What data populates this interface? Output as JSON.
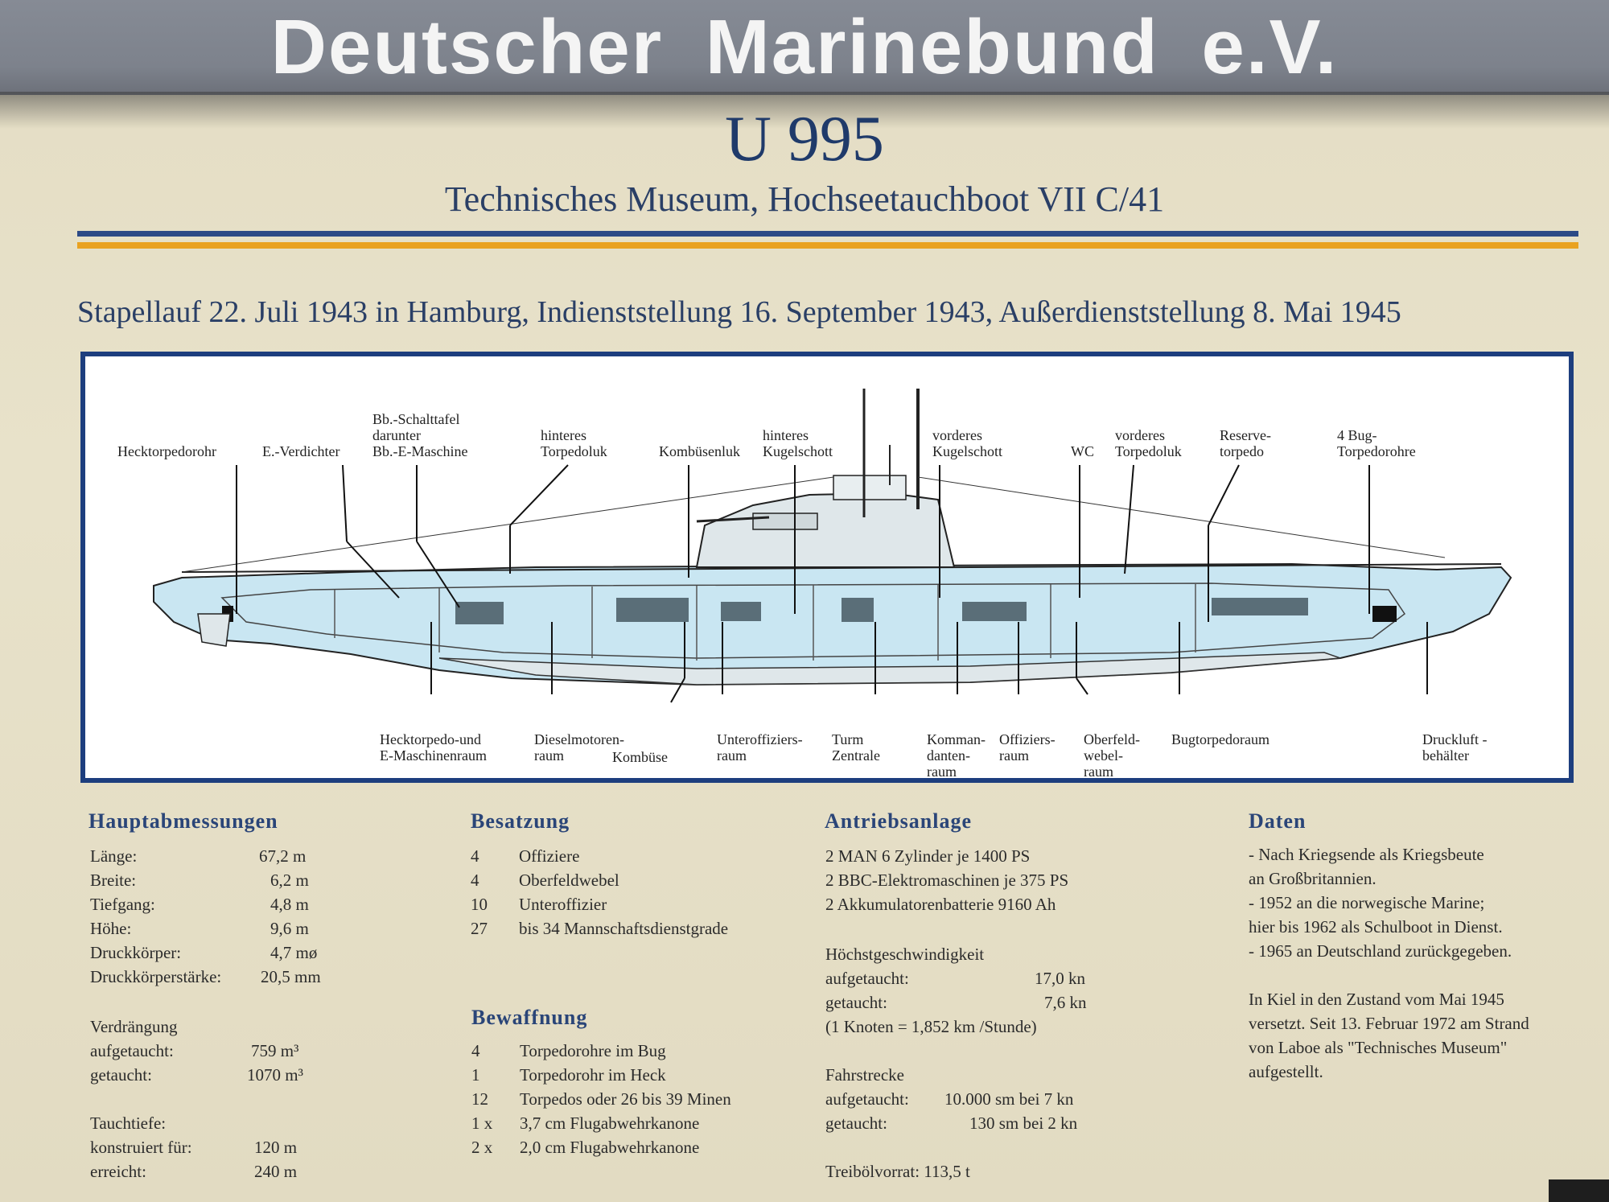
{
  "banner": {
    "title": "Deutscher Marinebund e.V."
  },
  "header": {
    "boat": "U 995",
    "subtitle": "Technisches Museum, Hochseetauchboot VII C/41",
    "dates": "Stapellauf 22. Juli 1943 in Hamburg, Indienststellung 16. September 1943, Außerdienststellung 8. Mai 1945"
  },
  "colors": {
    "accent_blue": "#2c4a86",
    "accent_orange": "#e9a221",
    "hull_fill": "#c9e6f2"
  },
  "diagram": {
    "top_labels": [
      "Hecktorpedorohr",
      "E.-Verdichter",
      "Bb.-Schalttafel\ndarunter\nBb.-E-Maschine",
      "hinteres\nTorpedoluk",
      "Kombüsenluk",
      "hinteres\nKugelschott",
      "vorderes\nKugelschott",
      "WC",
      "vorderes\nTorpedoluk",
      "Reserve-\ntorpedo",
      "4 Bug-\nTorpedorohre"
    ],
    "bottom_labels": [
      "Hecktorpedo-und\nE-Maschinenraum",
      "Dieselmotoren-\nraum",
      "Kombüse",
      "Unteroffiziers-\nraum",
      "Turm\nZentrale",
      "Komman-\ndanten-\nraum",
      "Offiziers-\nraum",
      "Oberfeld-\nwebel-\nraum",
      "Bugtorpedoraum",
      "Druckluft -\nbehälter"
    ]
  },
  "hauptabmessungen": {
    "title": "Hauptabmessungen",
    "rows": [
      {
        "label": "Länge:",
        "value": "67,2 m"
      },
      {
        "label": "Breite:",
        "value": "6,2 m"
      },
      {
        "label": "Tiefgang:",
        "value": "4,8 m"
      },
      {
        "label": "Höhe:",
        "value": "9,6 m"
      },
      {
        "label": "Druckkörper:",
        "value": "4,7 mø"
      },
      {
        "label": "Druckkörperstärke:",
        "value": "20,5 mm"
      }
    ],
    "verdraengung": {
      "heading": "Verdrängung",
      "rows": [
        {
          "label": "aufgetaucht:",
          "value": "759  m³"
        },
        {
          "label": "getaucht:",
          "value": "1070 m³"
        }
      ]
    },
    "tauchtiefe": {
      "heading": "Tauchtiefe:",
      "rows": [
        {
          "label": "konstruiert für:",
          "value": "120 m"
        },
        {
          "label": "erreicht:",
          "value": "240 m"
        }
      ]
    }
  },
  "besatzung": {
    "title": "Besatzung",
    "rows": [
      {
        "num": "4",
        "text": "Offiziere"
      },
      {
        "num": "4",
        "text": "Oberfeldwebel"
      },
      {
        "num": "10",
        "text": "Unteroffizier"
      },
      {
        "num": "27",
        "text": "bis 34 Mannschaftsdienstgrade"
      }
    ]
  },
  "bewaffnung": {
    "title": "Bewaffnung",
    "rows": [
      {
        "num": "4",
        "text": "Torpedorohre im Bug"
      },
      {
        "num": "1",
        "text": "Torpedorohr im Heck"
      },
      {
        "num": "12",
        "text": "Torpedos oder 26 bis 39 Minen"
      },
      {
        "num": "1 x",
        "text": "3,7 cm Flugabwehrkanone"
      },
      {
        "num": "2 x",
        "text": "2,0 cm Flugabwehrkanone"
      }
    ]
  },
  "antrieb": {
    "title": "Antriebsanlage",
    "lines": [
      "2 MAN 6 Zylinder je 1400 PS",
      "2 BBC-Elektromaschinen je 375 PS",
      "2 Akkumulatorenbatterie   9160 Ah"
    ],
    "speed": {
      "heading": "Höchstgeschwindigkeit",
      "rows": [
        {
          "label": "aufgetaucht:",
          "value": "17,0 kn"
        },
        {
          "label": "getaucht:",
          "value": "7,6 kn"
        }
      ],
      "note": "(1 Knoten = 1,852 km /Stunde)"
    },
    "range": {
      "heading": "Fahrstrecke",
      "rows": [
        {
          "label": "aufgetaucht:",
          "value": "10.000 sm bei 7 kn"
        },
        {
          "label": "getaucht:",
          "value": "130 sm bei 2 kn"
        }
      ]
    },
    "fuel": "Treibölvorrat:  113,5 t"
  },
  "daten": {
    "title": "Daten",
    "lines": [
      "- Nach Kriegsende als Kriegsbeute",
      "   an  Großbritannien.",
      "- 1952  an die norwegische Marine;",
      "   hier bis 1962 als Schulboot in Dienst.",
      "- 1965 an Deutschland zurückgegeben."
    ],
    "paragraph": [
      "In Kiel in den Zustand vom Mai 1945",
      "versetzt. Seit 13. Februar 1972 am Strand",
      "von Laboe als \"Technisches Museum\"",
      "aufgestellt."
    ]
  }
}
